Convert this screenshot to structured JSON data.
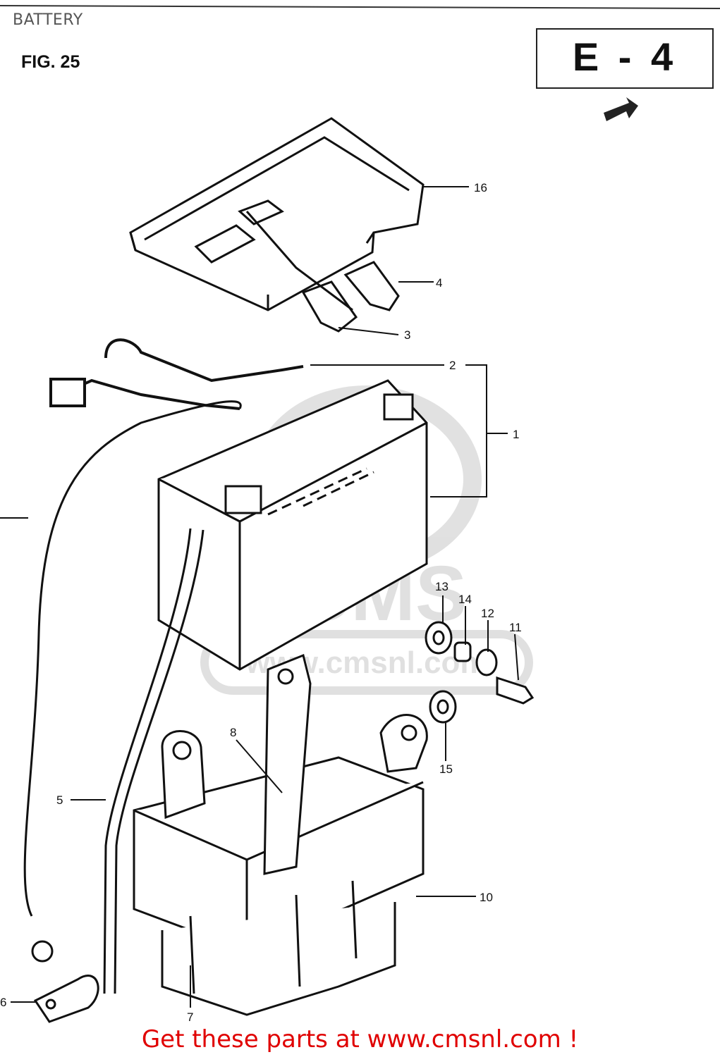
{
  "header": {
    "title": "BATTERY"
  },
  "figure": {
    "label": "FIG. 25",
    "code": "E - 4"
  },
  "watermark": {
    "brand": "CMS",
    "url": "www.cmsnl.com",
    "color": "#c8c8c8"
  },
  "callouts": {
    "c1": "1",
    "c2": "2",
    "c3": "3",
    "c4": "4",
    "c5": "5",
    "c6": "6",
    "c7": "7",
    "c8": "8",
    "c10": "10",
    "c11": "11",
    "c12": "12",
    "c13": "13",
    "c14": "14",
    "c15": "15",
    "c16": "16"
  },
  "footer": {
    "text": "Get these parts at www.cmsnl.com !",
    "color": "#e00000"
  }
}
